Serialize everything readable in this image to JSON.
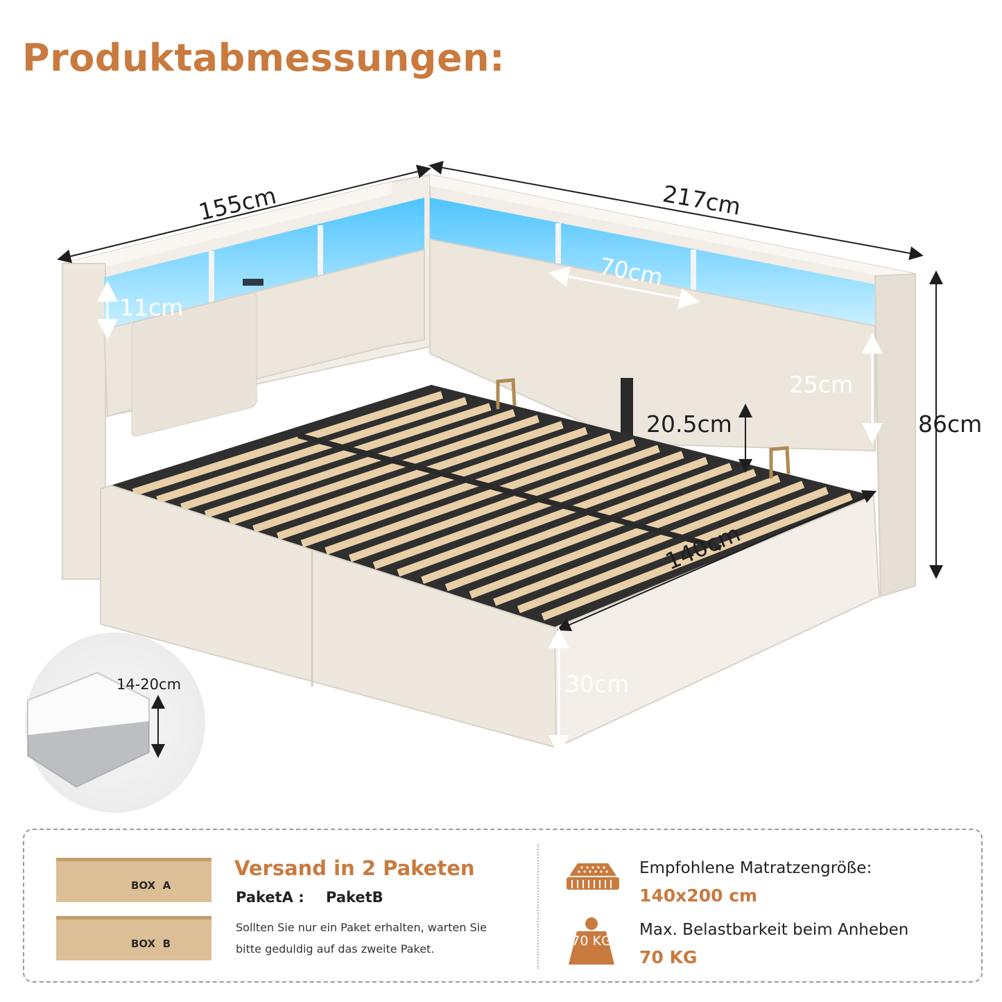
{
  "page": {
    "title": "Produktabmessungen:"
  },
  "dimensions": {
    "width_left": "155cm",
    "length_top": "217cm",
    "shelf_width": "70cm",
    "shelf_height": "11cm",
    "panel_height": "25cm",
    "total_height": "86cm",
    "storage_depth": "20.5cm",
    "slat_width": "140cm",
    "frame_height": "30cm",
    "mattress_height": "14-20cm"
  },
  "shipping": {
    "title": "Versand in 2 Paketen",
    "box_a_label": "BOX  A",
    "box_b_label": "BOX  B",
    "package_a": "PaketA :",
    "package_b": "PaketB",
    "note": "Sollten Sie nur ein Paket erhalten, warten Sie bitte geduldig auf das zweite Paket."
  },
  "specs": {
    "mattress_label": "Empfohlene Matratzengröße:",
    "mattress_value": "140x200 cm",
    "load_label": "Max. Belastbarkeit beim Anheben",
    "load_value": "70 KG",
    "weight_icon_text": "70 KG"
  },
  "colors": {
    "accent": "#c97a3e",
    "fabric": "#f0ebe3",
    "led": "#6fd6ff",
    "frame": "#2a2a2a",
    "slat": "#e8cfa7",
    "box": "#dcbf96"
  }
}
